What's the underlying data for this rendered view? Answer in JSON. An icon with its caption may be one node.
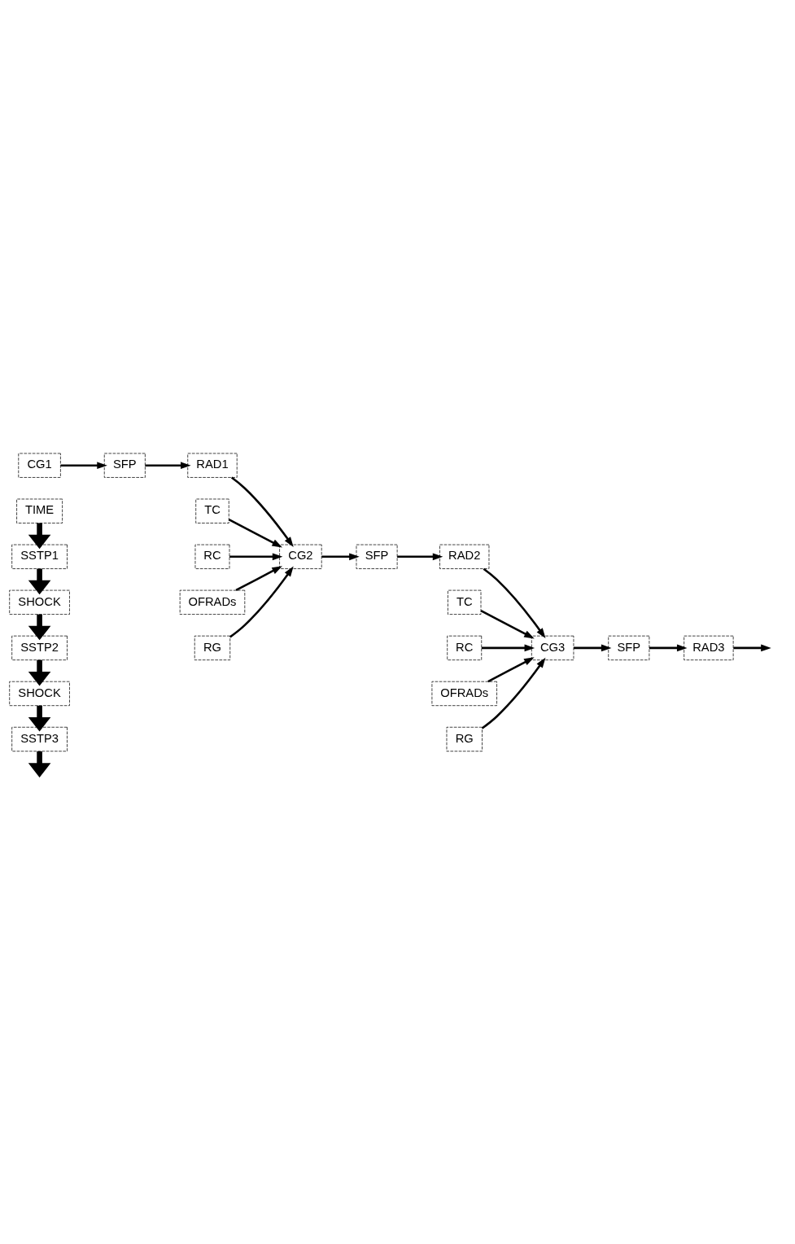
{
  "diagram": {
    "nodes": [
      {
        "text": [
          "TIME"
        ]
      },
      {
        "text": [
          "SSTP1"
        ]
      },
      {
        "text": [
          "SHOCK"
        ]
      },
      {
        "text": [
          "SSTP2"
        ]
      },
      {
        "text": [
          "SHOCK"
        ]
      },
      {
        "text": [
          "SSTP3"
        ]
      },
      {
        "text": [
          "CG1"
        ]
      },
      {
        "text": [
          "SFP"
        ]
      },
      {
        "text": [
          "RAD1"
        ]
      },
      {
        "text": [
          "TC"
        ]
      },
      {
        "text": [
          "RC"
        ]
      },
      {
        "text": [
          "OFRADs"
        ]
      },
      {
        "text": [
          "CG2"
        ]
      },
      {
        "text": [
          "RG"
        ]
      },
      {
        "text": [
          "SFP"
        ]
      },
      {
        "text": [
          "RAD2"
        ]
      },
      {
        "text": [
          "TC"
        ]
      },
      {
        "text": [
          "RC"
        ]
      },
      {
        "text": [
          "OFRADs"
        ]
      },
      {
        "text": [
          "CG3"
        ]
      },
      {
        "text": [
          "RG"
        ]
      },
      {
        "text": [
          "SFP"
        ]
      },
      {
        "text": [
          "RAD3"
        ]
      }
    ],
    "edges": [
      {
        "from": 0,
        "to": 1,
        "arrow": "to",
        "style": "thick"
      },
      {
        "from": 1,
        "to": 2,
        "arrow": "to",
        "style": "thick"
      },
      {
        "from": 2,
        "to": 3,
        "arrow": "to",
        "style": "thick"
      },
      {
        "from": 3,
        "to": 4,
        "arrow": "to",
        "style": "thick"
      },
      {
        "from": 4,
        "to": 5,
        "arrow": "to",
        "style": "thick"
      },
      {
        "from": 5,
        "to": null,
        "arrow": "to",
        "style": "thick"
      },
      {
        "from": 6,
        "to": 7,
        "arrow": "to"
      },
      {
        "from": 7,
        "to": 8,
        "arrow": "to"
      },
      {
        "from": 8,
        "to": 12,
        "arrow": "to"
      },
      {
        "from": 9,
        "to": 12,
        "arrow": "to"
      },
      {
        "from": 10,
        "to": 12,
        "arrow": "to"
      },
      {
        "from": 11,
        "to": 12,
        "arrow": "to"
      },
      {
        "from": 13,
        "to": 12,
        "arrow": "to"
      },
      {
        "from": 12,
        "to": 14,
        "arrow": "to"
      },
      {
        "from": 14,
        "to": 15,
        "arrow": "to"
      },
      {
        "from": 15,
        "to": 19,
        "arrow": "to"
      },
      {
        "from": 16,
        "to": 19,
        "arrow": "to"
      },
      {
        "from": 17,
        "to": 19,
        "arrow": "to"
      },
      {
        "from": 18,
        "to": 19,
        "arrow": "to"
      },
      {
        "from": 20,
        "to": 19,
        "arrow": "to"
      },
      {
        "from": 19,
        "to": 21,
        "arrow": "to"
      },
      {
        "from": 21,
        "to": 22,
        "arrow": "to"
      },
      {
        "from": 22,
        "to": null,
        "arrow": "to"
      }
    ]
  }
}
